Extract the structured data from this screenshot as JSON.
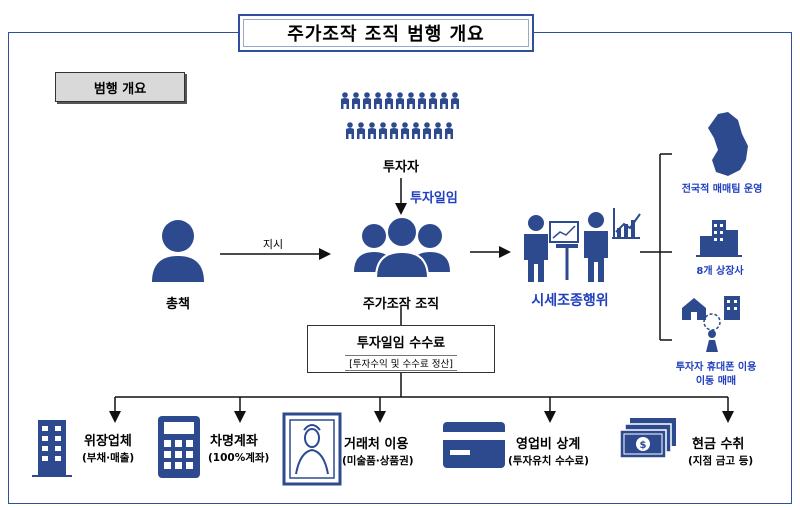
{
  "title": "주가조작 조직 범행 개요",
  "badge": "범행 개요",
  "investors": {
    "label": "투자자",
    "arrow_label": "투자일임"
  },
  "boss": {
    "label": "총책",
    "arrow_label": "지시"
  },
  "org": {
    "label": "주가조작 조직"
  },
  "manipulation": {
    "label": "시세조종행위"
  },
  "fee": {
    "title": "투자일임 수수료",
    "subtitle": "[투자수익 및 수수료 정산]"
  },
  "right_items": [
    {
      "label": "전국적 매매팀 운영",
      "icon": "korea-map-icon"
    },
    {
      "label": "8개 상장사",
      "icon": "buildings-icon"
    },
    {
      "label_line1": "투자자 휴대폰 이용",
      "label_line2": "이동 매매",
      "icon": "mobile-trading-icon"
    }
  ],
  "categories": [
    {
      "name": "위장업체",
      "sub": "(부채·매출)",
      "icon": "building-icon"
    },
    {
      "name": "차명계좌",
      "sub": "(100%계좌)",
      "icon": "calculator-icon"
    },
    {
      "name": "거래처 이용",
      "sub": "(미술품·상품권)",
      "icon": "painting-icon"
    },
    {
      "name": "영업비 상계",
      "sub": "(투자유치 수수료)",
      "icon": "credit-card-icon"
    },
    {
      "name": "현금 수취",
      "sub": "(지점 금고 등)",
      "icon": "cash-icon"
    }
  ],
  "colors": {
    "accent": "#2f4f9e",
    "icon": "#2e4a8f",
    "label_blue": "#1f3fbf"
  }
}
